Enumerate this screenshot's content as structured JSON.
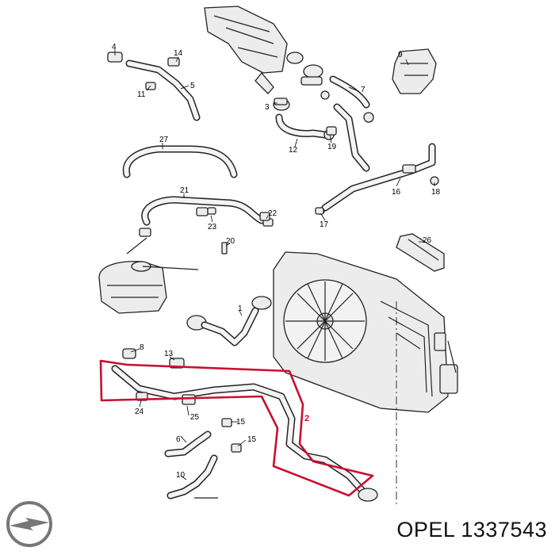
{
  "caption": {
    "brand": "OPEL",
    "part_number": "1337543"
  },
  "highlight_color": "#c8102e",
  "callouts": {
    "c1": "1",
    "c2": "2",
    "c3": "3",
    "c4": "4",
    "c5": "5",
    "c6": "6",
    "c7": "7",
    "c8": "8",
    "c9": "9",
    "c10": "10",
    "c11": "11",
    "c12": "12",
    "c13": "13",
    "c14": "14",
    "c15a": "15",
    "c15b": "15",
    "c16": "16",
    "c17": "17",
    "c18": "18",
    "c19": "19",
    "c20": "20",
    "c21": "21",
    "c22": "22",
    "c23": "23",
    "c24": "24",
    "c25": "25",
    "c26": "26",
    "c27": "27"
  },
  "icons": {
    "logo": "opel-blitz-logo"
  }
}
